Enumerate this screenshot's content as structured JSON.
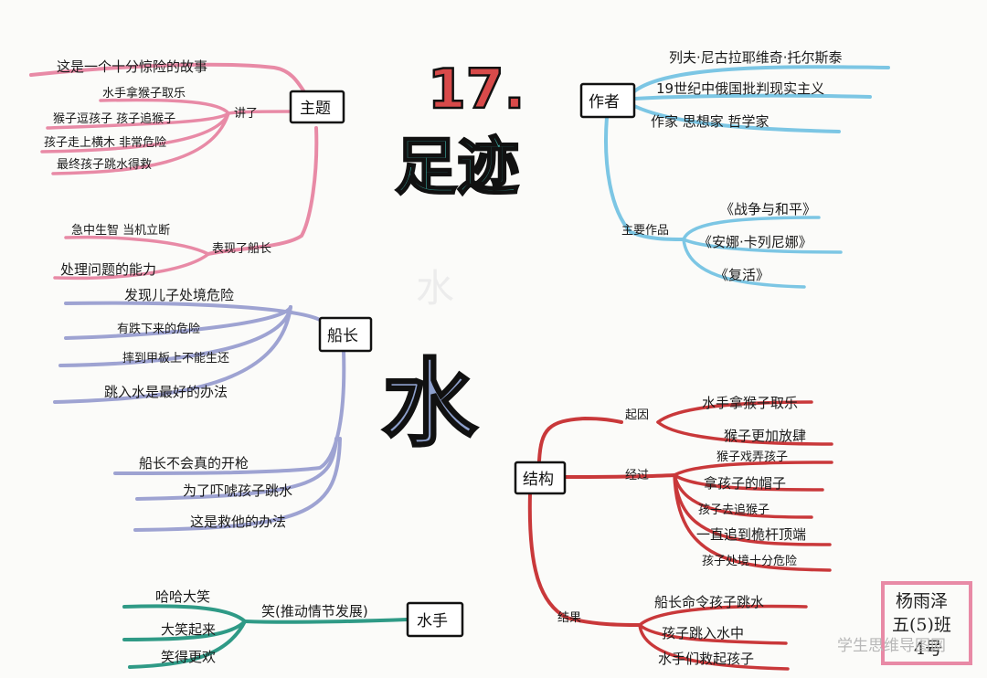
{
  "title": {
    "number": "17.",
    "main": "足迹",
    "center": "水",
    "faint": "水"
  },
  "colors": {
    "pink": "#e88aa6",
    "blue": "#7cc6e4",
    "purple": "#9ea3d2",
    "red": "#c9383a",
    "teal": "#2f9a86",
    "title_red": "#d84a4a",
    "title_teal": "#3ba59c",
    "center_blue": "#8ea0cc"
  },
  "theme": {
    "label": "主题",
    "top": "这是一个十分惊险的故事",
    "sub_label": "讲了",
    "sub_items": [
      "水手拿猴子取乐",
      "猴子逗孩子 孩子追猴子",
      "孩子走上横木 非常危险",
      "最终孩子跳水得救"
    ],
    "show_label": "表现了船长",
    "show_items": [
      "急中生智 当机立断",
      "处理问题的能力"
    ]
  },
  "author": {
    "label": "作者",
    "items": [
      "列夫·尼古拉耶维奇·托尔斯泰",
      "19世纪中俄国批判现实主义",
      "作家 思想家 哲学家"
    ],
    "works_label": "主要作品",
    "works": [
      "《战争与和平》",
      "《安娜·卡列尼娜》",
      "《复活》"
    ]
  },
  "captain": {
    "label": "船长",
    "items": [
      "发现儿子处境危险",
      "有跌下来的危险",
      "摔到甲板上不能生还",
      "跳入水是最好的办法",
      "船长不会真的开枪",
      "为了吓唬孩子跳水",
      "这是救他的办法"
    ]
  },
  "structure": {
    "label": "结构",
    "start_label": "起因",
    "start_items": [
      "水手拿猴子取乐",
      "猴子更加放肆"
    ],
    "process_label": "经过",
    "process_items": [
      "猴子戏弄孩子",
      "拿孩子的帽子",
      "孩子去追猴子",
      "一直追到桅杆顶端",
      "孩子处境十分危险"
    ],
    "end_label": "结果",
    "end_items": [
      "船长命令孩子跳水",
      "孩子跳入水中",
      "水手们救起孩子"
    ]
  },
  "sailor": {
    "label": "水手",
    "link": "笑(推动情节发展)",
    "items": [
      "哈哈大笑",
      "大笑起来",
      "笑得更欢"
    ]
  },
  "stamp": {
    "line1": "杨雨泽",
    "line2": "五(5)班",
    "line3": "4号"
  },
  "watermark": "学生思维导图网"
}
